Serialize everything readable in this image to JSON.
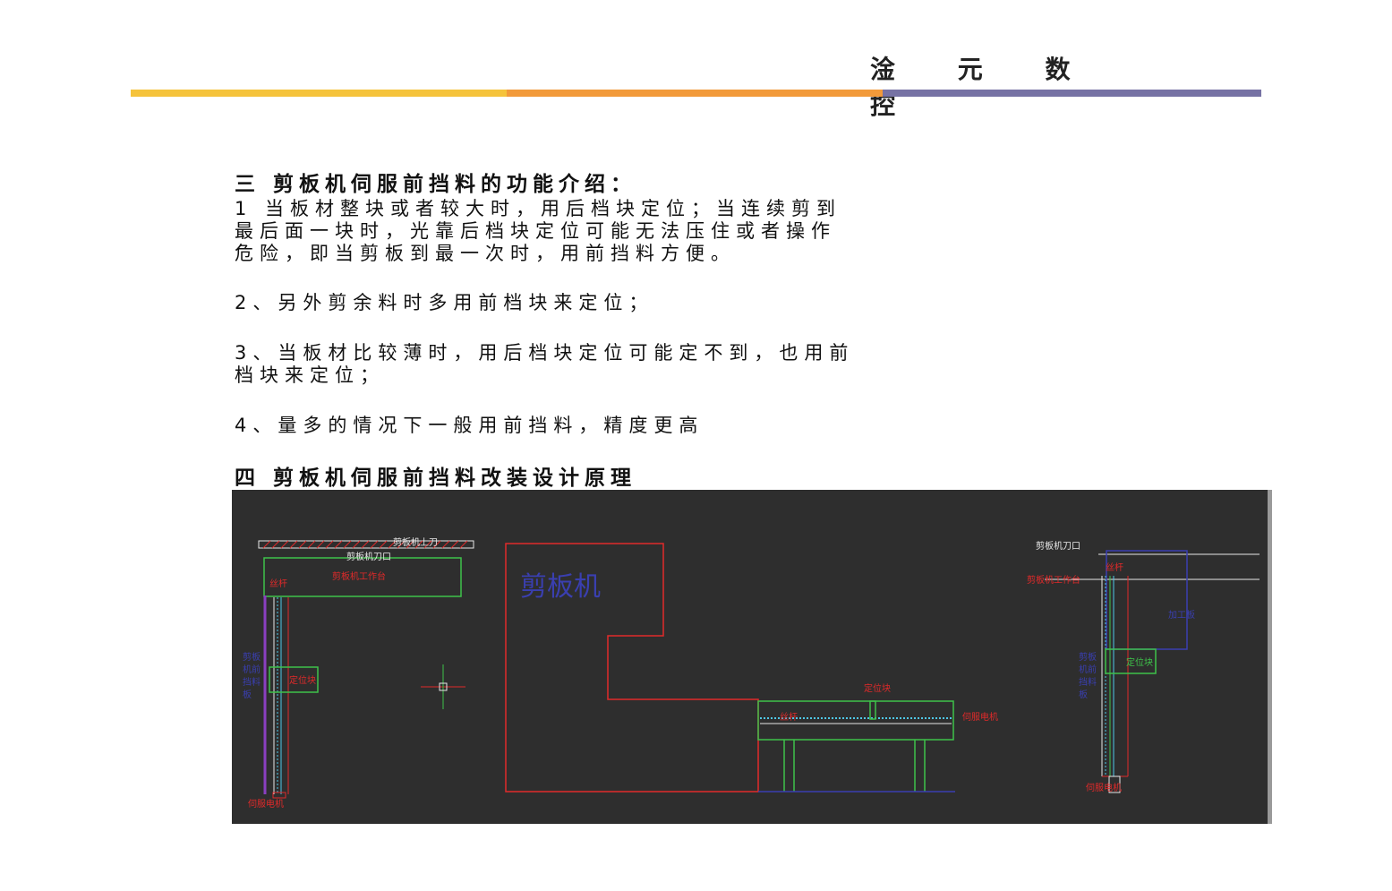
{
  "header": {
    "brand": "淦 元 数 控",
    "rule_colors": [
      "#f5c33b",
      "#f29a3a",
      "#7672a4"
    ]
  },
  "section3": {
    "title": "三  剪板机伺服前挡料的功能介绍：",
    "p1": [
      "1 当板材整块或者较大时，用后档块定位；当连续剪到",
      "最后面一块时，光靠后档块定位可能无法压住或者操作",
      "危险，即当剪板到最一次时，用前挡料方便。"
    ],
    "p2": "2、另外剪余料时多用前档块来定位；",
    "p3": [
      "3、当板材比较薄时，用后档块定位可能定不到，也用前",
      "档块来定位；"
    ],
    "p4": "4、量多的情况下一般用前挡料，精度更高"
  },
  "section4": {
    "title": "四  剪板机伺服前挡料改装设计原理"
  },
  "drawing": {
    "left": {
      "upper_blade": "剪板机上刀",
      "blade_edge": "剪板机刀口",
      "worktable": "剪板机工作台",
      "screw": "丝杆",
      "side_plate": [
        "剪板",
        "机前",
        "挡料",
        "板"
      ],
      "locator": "定位块",
      "servo": "伺服电机"
    },
    "middle": {
      "machine": "剪板机",
      "locator": "定位块",
      "screw": "丝杆",
      "servo": "伺服电机"
    },
    "right": {
      "blade_edge": "剪板机刀口",
      "screw": "丝杆",
      "worktable": "剪板机工作台",
      "workpiece": "加工板",
      "side_plate": [
        "剪板",
        "机前",
        "挡料",
        "板"
      ],
      "locator": "定位块",
      "servo": "伺服电机"
    },
    "colors": {
      "background": "#2e2e2e",
      "green": "#3ec24a",
      "red": "#e02a2a",
      "blue": "#3a3fb0",
      "white": "#e8e8e8",
      "cyan": "#4fc8e8",
      "purple": "#8a3fc0"
    }
  }
}
